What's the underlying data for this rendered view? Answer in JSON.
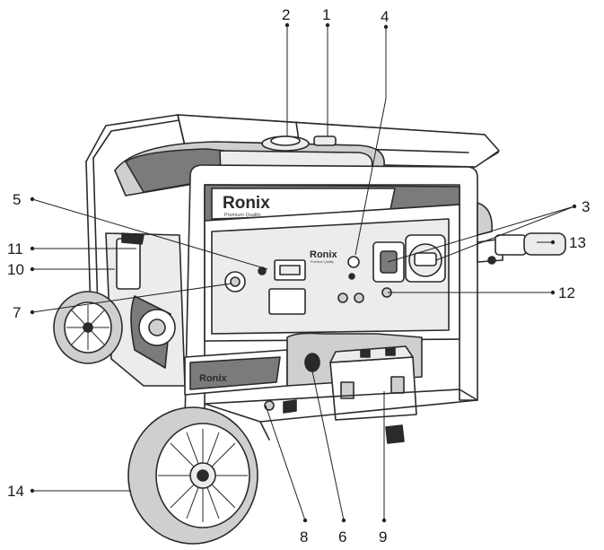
{
  "brand": {
    "logo_text": "Ronix",
    "logo_tagline": "Premium Quality"
  },
  "callouts": [
    {
      "id": "c1",
      "label": "1"
    },
    {
      "id": "c2",
      "label": "2"
    },
    {
      "id": "c3",
      "label": "3"
    },
    {
      "id": "c4",
      "label": "4"
    },
    {
      "id": "c5",
      "label": "5"
    },
    {
      "id": "c6",
      "label": "6"
    },
    {
      "id": "c7",
      "label": "7"
    },
    {
      "id": "c8",
      "label": "8"
    },
    {
      "id": "c9",
      "label": "9"
    },
    {
      "id": "c10",
      "label": "10"
    },
    {
      "id": "c11",
      "label": "11"
    },
    {
      "id": "c12",
      "label": "12"
    },
    {
      "id": "c13",
      "label": "13"
    },
    {
      "id": "c14",
      "label": "14"
    }
  ]
}
